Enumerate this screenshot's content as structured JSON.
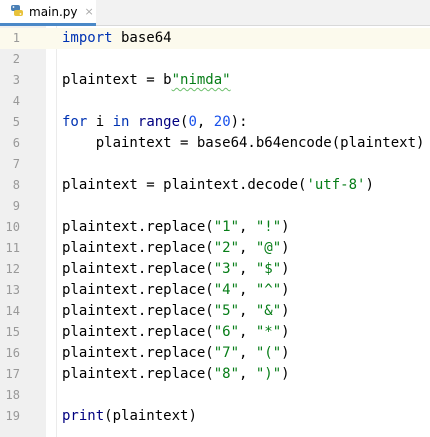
{
  "tab": {
    "filename": "main.py",
    "close_glyph": "×"
  },
  "colors": {
    "keyword": "#0033b3",
    "string": "#067d17",
    "number": "#1750eb",
    "builtin": "#000080",
    "tab_underline": "#4a88c7"
  },
  "lines": [
    {
      "n": "1",
      "tokens": [
        [
          "kw",
          "import"
        ],
        [
          "t",
          " base64"
        ]
      ]
    },
    {
      "n": "2",
      "tokens": []
    },
    {
      "n": "3",
      "tokens": [
        [
          "t",
          "plaintext = "
        ],
        [
          "t",
          "b"
        ],
        [
          "str",
          "\"nimda\""
        ]
      ]
    },
    {
      "n": "4",
      "tokens": []
    },
    {
      "n": "5",
      "tokens": [
        [
          "kw",
          "for"
        ],
        [
          "t",
          " i "
        ],
        [
          "kw",
          "in"
        ],
        [
          "t",
          " "
        ],
        [
          "fn",
          "range"
        ],
        [
          "t",
          "("
        ],
        [
          "num",
          "0"
        ],
        [
          "t",
          ", "
        ],
        [
          "num",
          "20"
        ],
        [
          "t",
          "):"
        ]
      ]
    },
    {
      "n": "6",
      "tokens": [
        [
          "t",
          "    plaintext = base64.b64encode(plaintext)"
        ]
      ]
    },
    {
      "n": "7",
      "tokens": []
    },
    {
      "n": "8",
      "tokens": [
        [
          "t",
          "plaintext = plaintext.decode("
        ],
        [
          "str",
          "'utf-8'"
        ],
        [
          "t",
          ")"
        ]
      ]
    },
    {
      "n": "9",
      "tokens": []
    },
    {
      "n": "10",
      "tokens": [
        [
          "t",
          "plaintext.replace("
        ],
        [
          "str",
          "\"1\""
        ],
        [
          "t",
          ", "
        ],
        [
          "str",
          "\"!\""
        ],
        [
          "t",
          ")"
        ]
      ]
    },
    {
      "n": "11",
      "tokens": [
        [
          "t",
          "plaintext.replace("
        ],
        [
          "str",
          "\"2\""
        ],
        [
          "t",
          ", "
        ],
        [
          "str",
          "\"@\""
        ],
        [
          "t",
          ")"
        ]
      ]
    },
    {
      "n": "12",
      "tokens": [
        [
          "t",
          "plaintext.replace("
        ],
        [
          "str",
          "\"3\""
        ],
        [
          "t",
          ", "
        ],
        [
          "str",
          "\"$\""
        ],
        [
          "t",
          ")"
        ]
      ]
    },
    {
      "n": "13",
      "tokens": [
        [
          "t",
          "plaintext.replace("
        ],
        [
          "str",
          "\"4\""
        ],
        [
          "t",
          ", "
        ],
        [
          "str",
          "\"^\""
        ],
        [
          "t",
          ")"
        ]
      ]
    },
    {
      "n": "14",
      "tokens": [
        [
          "t",
          "plaintext.replace("
        ],
        [
          "str",
          "\"5\""
        ],
        [
          "t",
          ", "
        ],
        [
          "str",
          "\"&\""
        ],
        [
          "t",
          ")"
        ]
      ]
    },
    {
      "n": "15",
      "tokens": [
        [
          "t",
          "plaintext.replace("
        ],
        [
          "str",
          "\"6\""
        ],
        [
          "t",
          ", "
        ],
        [
          "str",
          "\"*\""
        ],
        [
          "t",
          ")"
        ]
      ]
    },
    {
      "n": "16",
      "tokens": [
        [
          "t",
          "plaintext.replace("
        ],
        [
          "str",
          "\"7\""
        ],
        [
          "t",
          ", "
        ],
        [
          "str",
          "\"(\""
        ],
        [
          "t",
          ")"
        ]
      ]
    },
    {
      "n": "17",
      "tokens": [
        [
          "t",
          "plaintext.replace("
        ],
        [
          "str",
          "\"8\""
        ],
        [
          "t",
          ", "
        ],
        [
          "str",
          "\")\""
        ],
        [
          "t",
          ")"
        ]
      ]
    },
    {
      "n": "18",
      "tokens": []
    },
    {
      "n": "19",
      "tokens": [
        [
          "fn",
          "print"
        ],
        [
          "t",
          "(plaintext)"
        ]
      ]
    }
  ]
}
